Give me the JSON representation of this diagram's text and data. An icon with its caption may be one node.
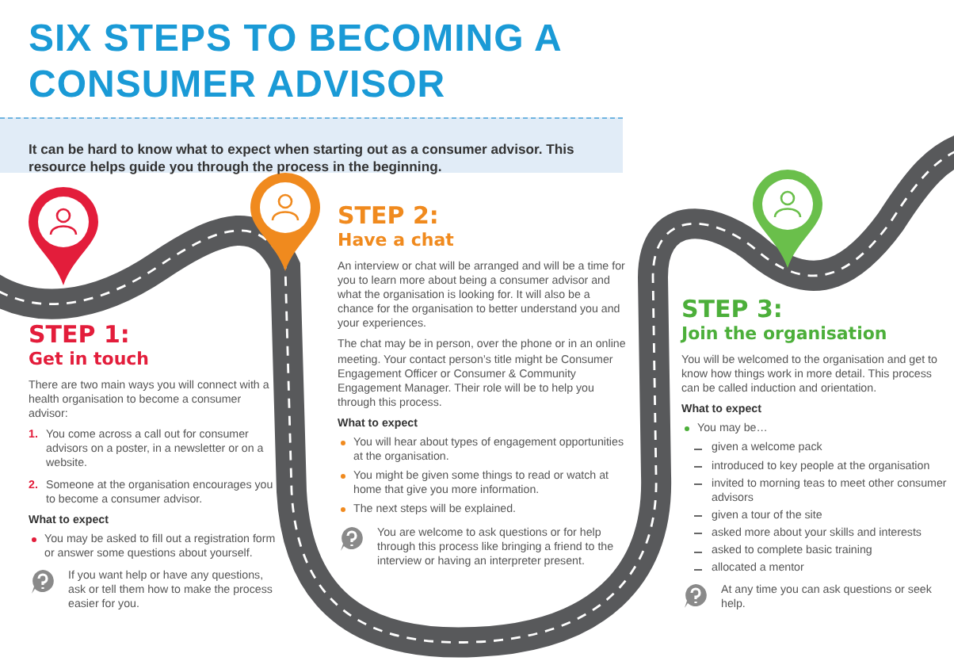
{
  "diagram": {
    "title": "SIX STEPS TO BECOMING A CONSUMER ADVISOR",
    "labels": [
      "It can be hard to know what to expect when starting out as a consumer advisor. This resource helps guide you through the process in the beginning.",
      "STEP 1:",
      "Get in touch",
      "There are two main ways you will connect with a health organisation to become a consumer advisor:",
      "1.",
      "You come across a call out for consumer advisors on a poster, in a newsletter or on a website.",
      "2.",
      "Someone at the organisation encourages you to become a consumer advisor.",
      "What to expect",
      "You may be asked to fill out a registration form or answer some questions about yourself.",
      "If you want help or have any questions, ask or tell them how to make the process easier for you.",
      "STEP 2:",
      "Have a chat",
      "An interview or chat will be arranged and will be a time for you to learn more about being a consumer advisor and what the organisation is looking for. It will also be a chance for the organisation to better understand you and your experiences.",
      "The chat may be in person, over the phone or in an online meeting. Your contact person’s title might be Consumer Engagement Officer or Consumer & Community Engagement Manager. Their role will be to help you through this process.",
      "What to expect",
      "You will hear about types of engagement opportunities at the organisation.",
      "You might be given some things to read or watch at home that give you more information.",
      "The next steps will be explained.",
      "You are welcome to ask questions or for help through this process like bringing a friend to the interview or having an interpreter present.",
      "STEP 3:",
      "Join the organisation",
      "You will be welcomed to the organisation and get to know how things work in more detail. This process can be called induction and orientation.",
      "What to expect",
      "You may be…",
      "given a welcome pack",
      "introduced to key people at the organisation",
      "invited to morning teas to meet other consumer advisors",
      "given a tour of the site",
      "asked more about your skills and interests",
      "asked to complete basic training",
      "allocated a mentor",
      "At any time you can ask questions or seek help."
    ]
  }
}
